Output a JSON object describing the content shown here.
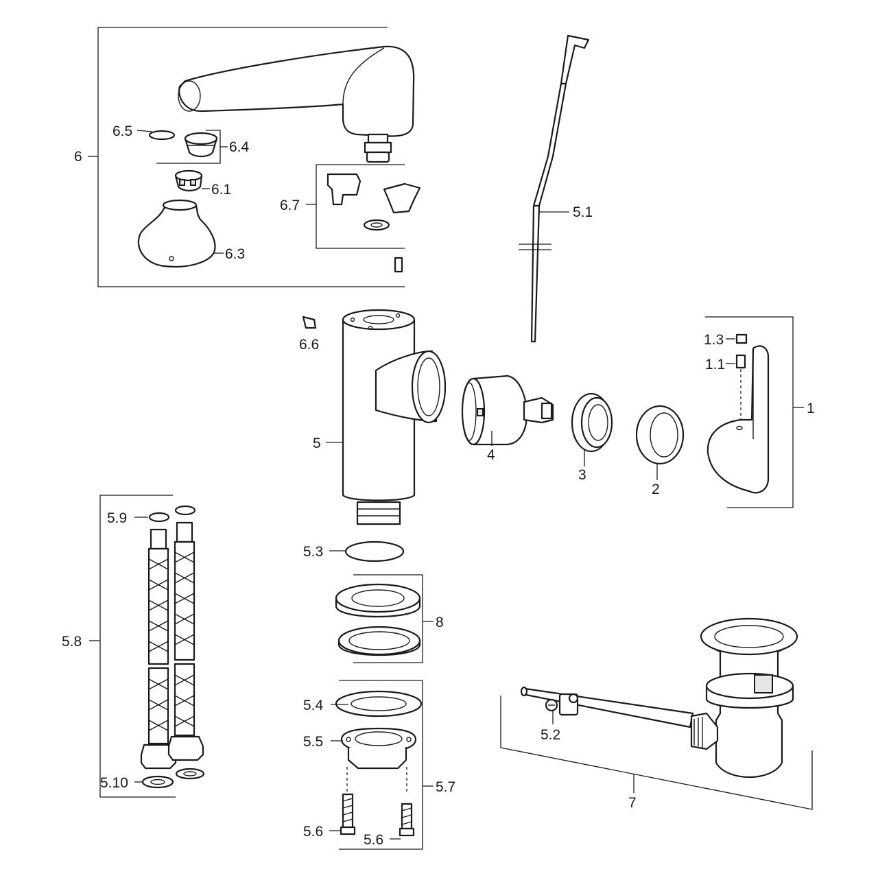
{
  "labels": {
    "l1": "1",
    "l1_1": "1.1",
    "l1_3": "1.3",
    "l2": "2",
    "l3": "3",
    "l4": "4",
    "l5": "5",
    "l5_1": "5.1",
    "l5_2": "5.2",
    "l5_3": "5.3",
    "l5_4": "5.4",
    "l5_5": "5.5",
    "l5_6a": "5.6",
    "l5_6b": "5.6",
    "l5_7": "5.7",
    "l5_8": "5.8",
    "l5_9": "5.9",
    "l5_10": "5.10",
    "l6": "6",
    "l6_1": "6.1",
    "l6_3": "6.3",
    "l6_4": "6.4",
    "l6_5": "6.5",
    "l6_6": "6.6",
    "l6_7": "6.7",
    "l7": "7",
    "l8": "8"
  },
  "colors": {
    "line": "#1a1a1a",
    "fill": "#ffffff",
    "background": "#ffffff"
  }
}
